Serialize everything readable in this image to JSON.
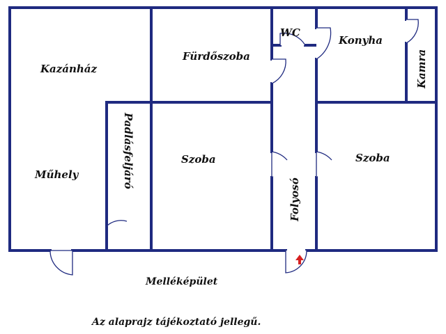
{
  "floorplan": {
    "rooms": {
      "kazanhaz": "Kazánház",
      "muhely": "Műhely",
      "padlasfeljaro": "Padlásfeljáró",
      "furdoszoba": "Fürdőszoba",
      "wc": "WC",
      "konyha": "Konyha",
      "kamra": "Kamra",
      "szoba_left": "Szoba",
      "szoba_right": "Szoba",
      "folyoso": "Folyosó"
    },
    "outside_label": "Melléképület",
    "disclaimer": "Az alaprajz tájékoztató jellegű.",
    "colors": {
      "walls": "#1f2a80",
      "windows": "#b8cfe8",
      "entrance_arrow": "#d62020"
    }
  }
}
